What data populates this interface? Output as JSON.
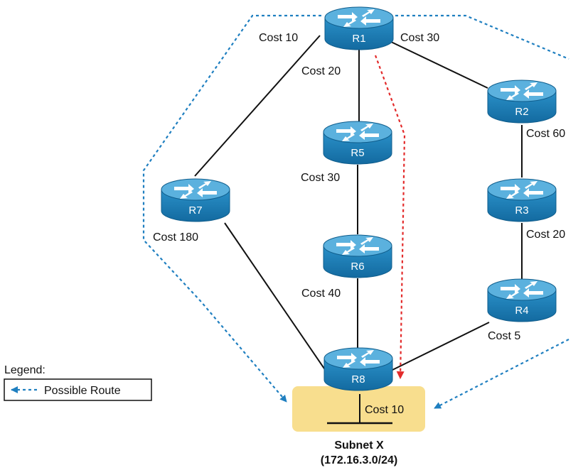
{
  "colors": {
    "router_body": "#1a7fb8",
    "router_top": "#5bb1de",
    "router_dark": "#0f5d8c",
    "link": "#111111",
    "possible_route": "#1f7fc0",
    "chosen_route": "#e32b2b",
    "subnet_fill": "#f8de8e"
  },
  "routers": [
    {
      "id": "r1",
      "name": "R1"
    },
    {
      "id": "r2",
      "name": "R2"
    },
    {
      "id": "r3",
      "name": "R3"
    },
    {
      "id": "r4",
      "name": "R4"
    },
    {
      "id": "r5",
      "name": "R5"
    },
    {
      "id": "r6",
      "name": "R6"
    },
    {
      "id": "r7",
      "name": "R7"
    },
    {
      "id": "r8",
      "name": "R8"
    }
  ],
  "links": [
    {
      "from": "R1",
      "to": "R7",
      "cost_label": "Cost 10"
    },
    {
      "from": "R1",
      "to": "R5",
      "cost_label": "Cost 20"
    },
    {
      "from": "R1",
      "to": "R2",
      "cost_label": "Cost 30"
    },
    {
      "from": "R2",
      "to": "R3",
      "cost_label": "Cost 60"
    },
    {
      "from": "R5",
      "to": "R6",
      "cost_label": "Cost 30"
    },
    {
      "from": "R7",
      "to": "R8",
      "cost_label": "Cost 180"
    },
    {
      "from": "R3",
      "to": "R4",
      "cost_label": "Cost 20"
    },
    {
      "from": "R6",
      "to": "R8",
      "cost_label": "Cost 40"
    },
    {
      "from": "R4",
      "to": "R8",
      "cost_label": "Cost 5"
    },
    {
      "from": "R8",
      "to": "Subnet X",
      "cost_label": "Cost 10"
    }
  ],
  "subnet": {
    "name": "Subnet X",
    "prefix": "(172.16.3.0/24)"
  },
  "legend": {
    "title": "Legend:",
    "entry": "Possible Route"
  }
}
